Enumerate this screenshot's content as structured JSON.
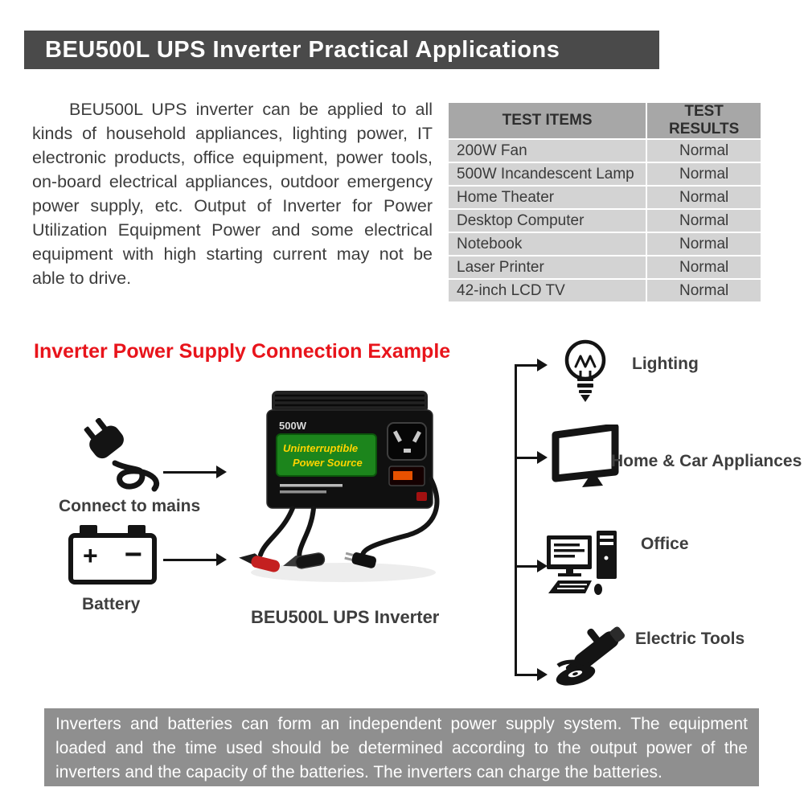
{
  "header": {
    "title": "BEU500L UPS Inverter Practical Applications"
  },
  "intro": {
    "text": "BEU500L UPS inverter can be applied to all kinds of household appliances, lighting power, IT electronic products, office equipment, power tools, on-board electrical appliances, outdoor emergency power supply, etc. Output of Inverter for Power Utilization Equipment Power and some electrical equipment with high starting current may not be able to drive."
  },
  "test_table": {
    "headers": [
      "TEST ITEMS",
      "TEST RESULTS"
    ],
    "rows": [
      {
        "item": "200W Fan",
        "result": "Normal"
      },
      {
        "item": "500W Incandescent Lamp",
        "result": "Normal"
      },
      {
        "item": "Home Theater",
        "result": "Normal"
      },
      {
        "item": "Desktop Computer",
        "result": "Normal"
      },
      {
        "item": "Notebook",
        "result": "Normal"
      },
      {
        "item": "Laser Printer",
        "result": "Normal"
      },
      {
        "item": "42-inch LCD TV",
        "result": "Normal"
      }
    ]
  },
  "diagram": {
    "title": "Inverter Power Supply Connection Example",
    "sources": [
      {
        "label": "Connect to mains",
        "icon": "mains-plug-icon"
      },
      {
        "label": "Battery",
        "icon": "battery-icon",
        "terminal_symbols": [
          "+",
          "−"
        ]
      }
    ],
    "product": {
      "caption": "BEU500L UPS Inverter",
      "icon": "inverter-product-image",
      "label_texts": [
        "500W",
        "Uninterruptible",
        "Power Source"
      ]
    },
    "loads": [
      {
        "label": "Lighting",
        "icon": "lightbulb-icon"
      },
      {
        "label": "Home & Car Appliances",
        "icon": "tv-icon"
      },
      {
        "label": "Office",
        "icon": "desktop-computer-icon"
      },
      {
        "label": "Electric Tools",
        "icon": "angle-grinder-icon"
      }
    ]
  },
  "footer": {
    "text": "Inverters and batteries can form an independent power supply system. The equipment loaded and the time used should be determined according to the output power of the inverters and the capacity of the batteries. The inverters can charge the batteries."
  },
  "colors": {
    "banner_bg": "#4a4a4a",
    "table_header_bg": "#a7a7a7",
    "table_row_bg": "#d3d3d3",
    "title_red": "#e8141b",
    "footer_bg": "#8f8f8f",
    "line_black": "#141414",
    "label_green": "#1c851c",
    "label_yellow": "#ffd400"
  }
}
